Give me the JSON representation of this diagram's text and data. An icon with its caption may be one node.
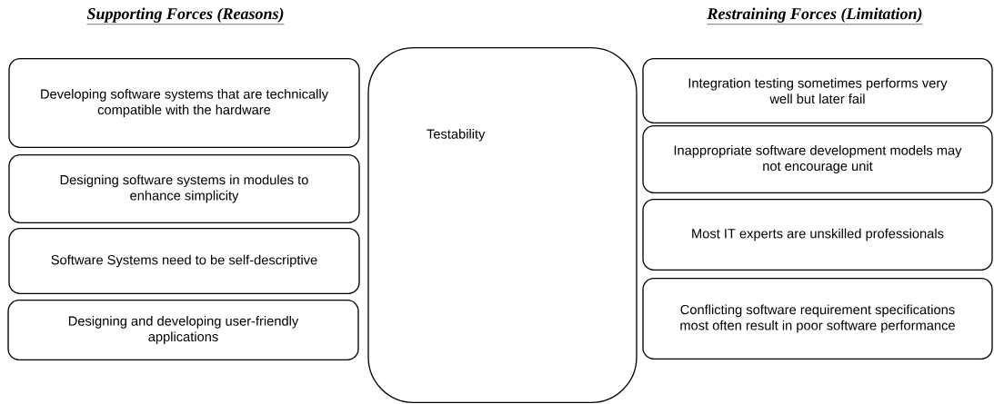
{
  "diagram": {
    "nodes": [
      {
        "text": [
          "Developing software systems that are technically compatible with the hardware"
        ]
      },
      {
        "text": [
          "Designing software systems in modules to enhance simplicity"
        ]
      },
      {
        "text": [
          "Software Systems need to be self-descriptive"
        ]
      },
      {
        "text": [
          "Designing and developing user-friendly applications"
        ]
      },
      {
        "text": [
          "Testability"
        ]
      },
      {
        "text": [
          "Integration testing sometimes performs very well but later fail"
        ]
      },
      {
        "text": [
          "Inappropriate software development models may not encourage unit"
        ]
      },
      {
        "text": [
          "Most IT experts are unskilled professionals"
        ]
      },
      {
        "text": [
          "Conflicting software requirement specifications most often result in poor software performance"
        ]
      }
    ],
    "labels": [
      "Supporting Forces (Reasons)",
      "Restraining Forces (Limitation)"
    ]
  }
}
